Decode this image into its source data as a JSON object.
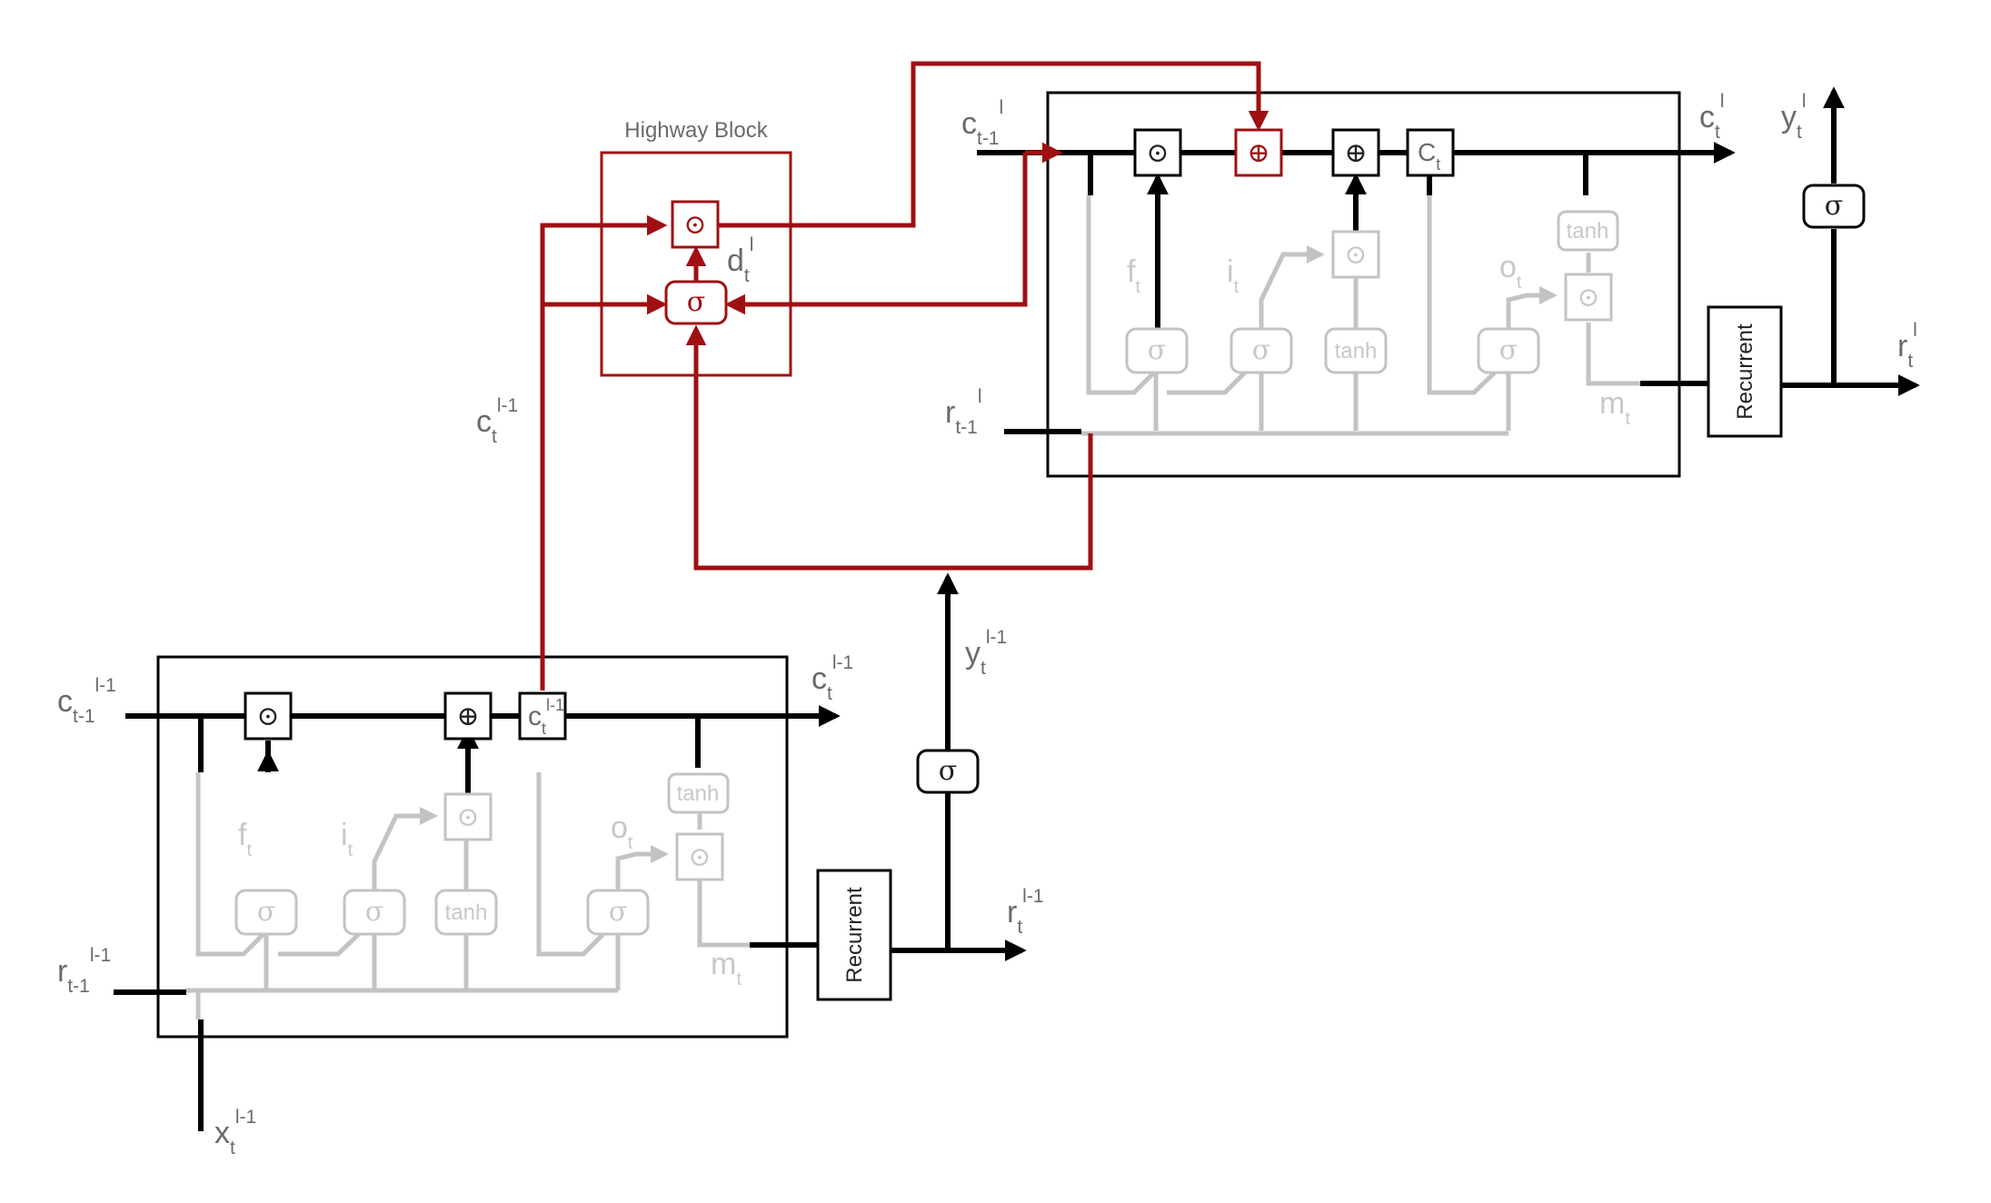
{
  "highway": {
    "title": "Highway Block",
    "gate_sigma": "σ",
    "gate_mul": "⊙",
    "d_base": "d",
    "d_sub": "t",
    "d_sup": "l"
  },
  "lower_cell": {
    "c_in": {
      "base": "c",
      "sub": "t-1",
      "sup": "l-1"
    },
    "c_out": {
      "base": "c",
      "sub": "t",
      "sup": "l-1"
    },
    "c_node": {
      "base": "c",
      "sub": "t",
      "sup": "l-1"
    },
    "r_in": {
      "base": "r",
      "sub": "t-1",
      "sup": "l-1"
    },
    "x_in": {
      "base": "x",
      "sub": "t",
      "sup": "l-1"
    },
    "f": {
      "base": "f",
      "sub": "t"
    },
    "i": {
      "base": "i",
      "sub": "t"
    },
    "o": {
      "base": "o",
      "sub": "t"
    },
    "m": {
      "base": "m",
      "sub": "t"
    },
    "mul": "⊙",
    "add": "⊕",
    "sigma": "σ",
    "tanh": "tanh"
  },
  "upper_cell": {
    "c_in": {
      "base": "c",
      "sub": "t-1",
      "sup": "l"
    },
    "c_out": {
      "base": "c",
      "sub": "t",
      "sup": "l"
    },
    "c_node": {
      "base": "C",
      "sub": "t"
    },
    "r_in": {
      "base": "r",
      "sub": "t-1",
      "sup": "l"
    },
    "f": {
      "base": "f",
      "sub": "t"
    },
    "i": {
      "base": "i",
      "sub": "t"
    },
    "o": {
      "base": "o",
      "sub": "t"
    },
    "m": {
      "base": "m",
      "sub": "t"
    },
    "mul": "⊙",
    "add": "⊕",
    "sigma": "σ",
    "tanh": "tanh"
  },
  "outputs": {
    "recurrent_label": "Recurrent",
    "y_lower": {
      "base": "y",
      "sub": "t",
      "sup": "l-1"
    },
    "r_lower": {
      "base": "r",
      "sub": "t",
      "sup": "l-1"
    },
    "y_upper": {
      "base": "y",
      "sub": "t",
      "sup": "l"
    },
    "r_upper": {
      "base": "r",
      "sub": "t",
      "sup": "l"
    },
    "c_skip": {
      "base": "c",
      "sub": "t",
      "sup": "l-1"
    },
    "sigma": "σ"
  },
  "colors": {
    "highway": "#a00f12",
    "active": "#000000",
    "inactive": "#c3c3c3"
  }
}
